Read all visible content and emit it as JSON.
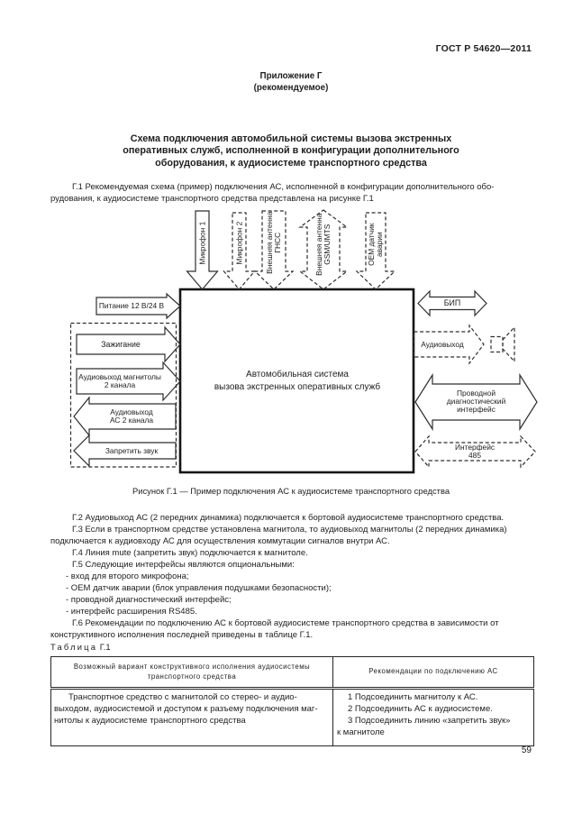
{
  "page": {
    "standard": "ГОСТ Р 54620—2011",
    "appendix": "Приложение Г",
    "appendix_note": "(рекомендуемое)",
    "title": "Схема подключения автомобильной системы вызова экстренных\nоперативных служб, исполненной в конфигурации дополнительного\nоборудования, к аудиосистеме транспортного средства",
    "number": "59",
    "ink_color": "#1e1e1e"
  },
  "paragraphs": {
    "g1": "Г.1 Рекомендуемая схема (пример) подключения АС, исполненной в конфигурации дополнительного обо-\nрудования, к аудиосистеме транспортного средства представлена на рисунке Г.1",
    "g2": "Г.2 Аудиовыход АС (2 передних динамика) подключается к бортовой аудиосистеме транспортного средства.",
    "g3": "Г.3 Если в транспортном средстве установлена магнитола, то аудиовыход магнитолы (2 передних динамика)\nподключается к аудиовходу АС для осуществления коммутации сигналов внутри АС.",
    "g4": "Г.4  Линия mute (запретить звук) подключается к магнитоле.",
    "g5": "Г.5  Следующие интерфейсы являются опциональными:",
    "g5_item1": "- вход для второго микрофона;",
    "g5_item2": "- ОЕМ датчик аварии (блок управления подушками безопасности);",
    "g5_item3": "- проводной диагностический интерфейс;",
    "g5_item4": "- интерфейс расширения RS485.",
    "g6": "Г.6 Рекомендации по подключению АС к бортовой аудиосистеме транспортного средства в зависимости от\nконструктивного исполнения последней приведены в таблице Г.1."
  },
  "figure": {
    "caption": "Рисунок Г.1 — Пример подключения АС к аудиосистеме транспортного средства",
    "central_box": "Автомобильная система\nвызова экстренных оперативных служб",
    "top_arrows": {
      "mic1": "Микрофон 1",
      "mic2": "Микрофон 2",
      "gnss": "Внешняя антенна\nГНСС",
      "gsm": "Внешняя антенна\nGSM/UMTS",
      "oem": "ОЕМ датчик\nаварии"
    },
    "left": {
      "power": "Питание 12 В/24 В",
      "ignition": "Зажигание",
      "radio_out": "Аудиовыход магнитолы\n2 канала",
      "ac_out": "Аудиовыход\nАС 2 канала",
      "mute": "Запретить звук"
    },
    "right": {
      "bip": "БИП",
      "audio_out": "Аудиовыход",
      "diag": "Проводной\nдиагностический\nинтерфейс",
      "rs485": "Интерфейс\n485"
    }
  },
  "table": {
    "label_word": "Таблица",
    "label_num": "Г.1",
    "col1_header": "Возможный вариант конструктивного исполнения аудиосистемы\nтранспортного средства",
    "col2_header": "Рекомендации по подключению АС",
    "row1_col1": "Транспортное средство с  магнитолой  со  стерео- и аудио-\nвыходом, аудиосистемой и доступом к разъему подключения маг-\nнитолы к аудиосистеме транспортного средства",
    "row1_col2_lines": [
      "1 Подсоединить магнитолу к АС.",
      "2 Подсоединить АС к аудиосистеме.",
      "3 Подсоединить линию «запретить звук»",
      "к магнитоле"
    ]
  }
}
